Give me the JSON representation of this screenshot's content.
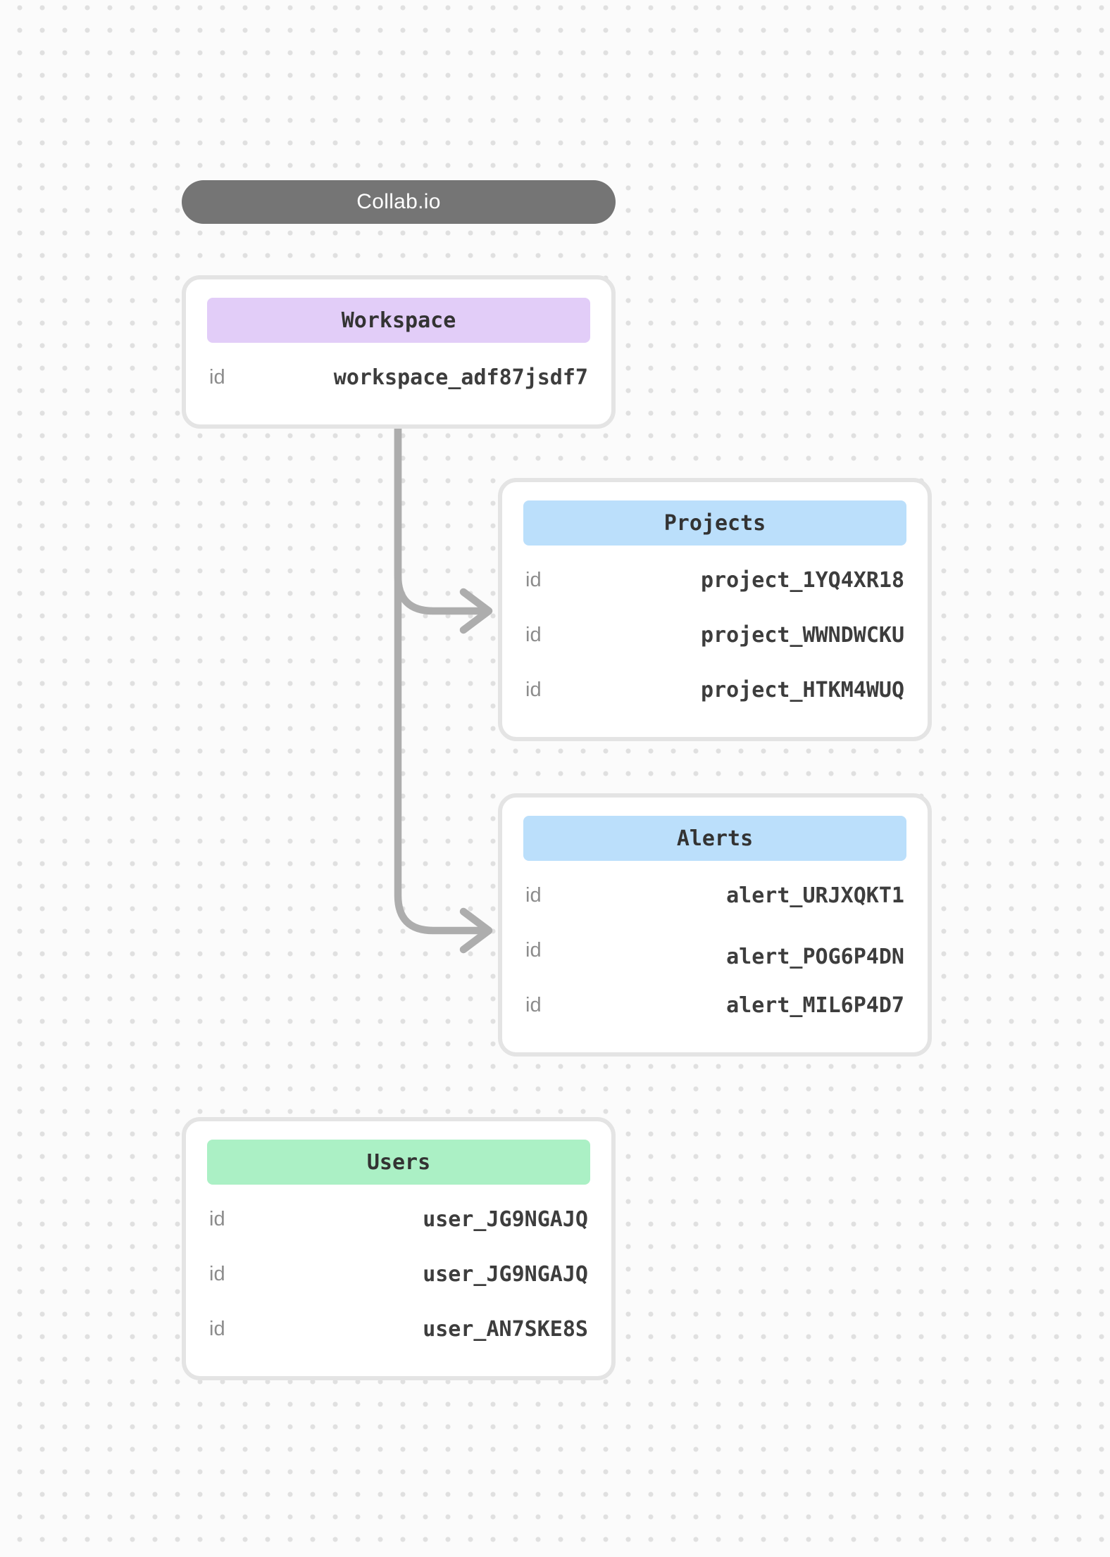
{
  "app": {
    "title": "Collab.io"
  },
  "colors": {
    "canvas_background": "#fbfbfb",
    "dot_grid": "#e0e0e0",
    "title_pill": "#757575",
    "connector": "#adadad",
    "card_border": "#e4e4e4",
    "workspace_header": "#e2cdf8",
    "projects_header": "#bbdffb",
    "alerts_header": "#bbdffb",
    "users_header": "#abf0c5"
  },
  "entities": [
    {
      "key": "workspace",
      "title": "Workspace",
      "header_color": "#e2cdf8",
      "rows": [
        {
          "label": "id",
          "value": "workspace_adf87jsdf7"
        }
      ]
    },
    {
      "key": "projects",
      "title": "Projects",
      "header_color": "#bbdffb",
      "rows": [
        {
          "label": "id",
          "value": "project_1YQ4XR18"
        },
        {
          "label": "id",
          "value": "project_WWNDWCKU"
        },
        {
          "label": "id",
          "value": "project_HTKM4WUQ"
        }
      ]
    },
    {
      "key": "alerts",
      "title": "Alerts",
      "header_color": "#bbdffb",
      "rows": [
        {
          "label": "id",
          "value": "alert_URJXQKT1"
        },
        {
          "label": "id",
          "value": "alert_POG6P4DN"
        },
        {
          "label": "id",
          "value": "alert_MIL6P4D7"
        }
      ]
    },
    {
      "key": "users",
      "title": "Users",
      "header_color": "#abf0c5",
      "rows": [
        {
          "label": "id",
          "value": "user_JG9NGAJQ"
        },
        {
          "label": "id",
          "value": "user_JG9NGAJQ"
        },
        {
          "label": "id",
          "value": "user_AN7SKE8S"
        }
      ]
    }
  ]
}
